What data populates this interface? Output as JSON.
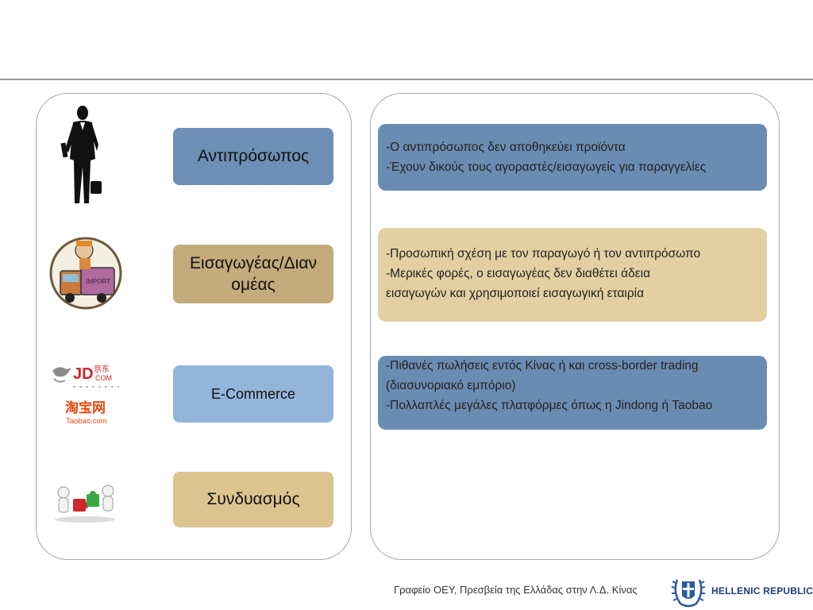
{
  "categories": [
    {
      "id": "representative",
      "label": "Αντιπρόσωπος",
      "icon": "businessman-icon"
    },
    {
      "id": "importer",
      "label_line1": "Εισαγωγέας/Διαν",
      "label_line2": "ομέας",
      "icon": "importer-truck-icon"
    },
    {
      "id": "ecommerce",
      "label": "E-Commerce",
      "icons": [
        "jd-logo",
        "taobao-logo"
      ]
    },
    {
      "id": "combination",
      "label": "Συνδυασμός",
      "icon": "puzzle-people-icon"
    }
  ],
  "logos": {
    "jd_main": "JD",
    "jd_com": "COM",
    "jd_cn": "京东",
    "taobao_cn": "淘宝网",
    "taobao_url": "Taobao.com"
  },
  "importer_sign": "IMPORT",
  "descriptions": {
    "representative": [
      "-Ο αντιπρόσωπος δεν αποθηκεύει προϊόντα",
      "-Έχουν δικούς τους αγοραστές/εισαγωγείς για παραγγελίες"
    ],
    "importer": [
      "-Προσωπική σχέση με τον παραγωγό ή τον αντιπρόσωπο",
      "-Μερικές φορές, ο εισαγωγέας δεν διαθέτει άδεια",
      "εισαγωγών και χρησιμοποιεί εισαγωγική εταιρία"
    ],
    "ecommerce": [
      "-Πιθανές πωλήσεις εντός Κίνας ή και cross-border trading (διασυνοριακό εμπόριο)",
      "-Πολλαπλές μεγάλες πλατφόρμες όπως η Jindong ή Taobao"
    ]
  },
  "footer": {
    "office": "Γραφείο ΟΕΥ, Πρεσβεία της Ελλάδας στην Λ.Δ. Κίνας",
    "republic": "HELLENIC REPUBLIC",
    "emblem_icon": "greek-coat-of-arms-icon"
  },
  "colors": {
    "representative": "#6d8fb5",
    "importer": "#c4ab7b",
    "ecommerce": "#93b5da",
    "combination": "#dcc48e",
    "desc_blue": "#6b8cb2",
    "desc_beige": "#e2d0a2"
  }
}
